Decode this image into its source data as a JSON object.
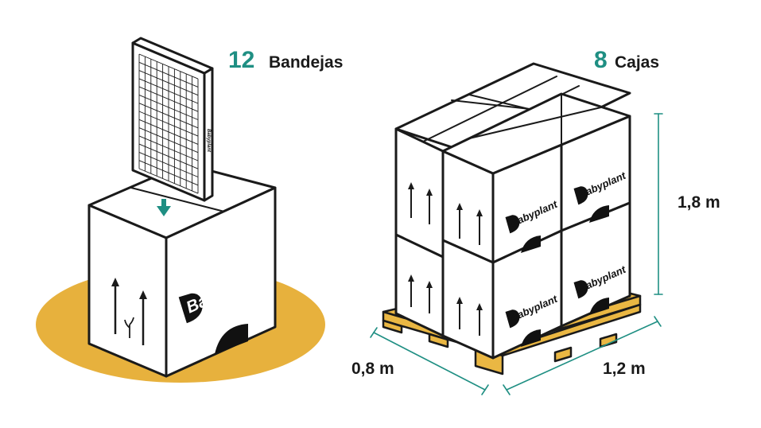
{
  "left_group": {
    "count": "12",
    "unit_label": "Bandejas",
    "box_brand": "Babyplant",
    "tray_brand": "Babyplant"
  },
  "right_group": {
    "count": "8",
    "unit_label": "Cajas",
    "box_brand": "Babyplant"
  },
  "dimensions": {
    "height": "1,8 m",
    "depth": "0,8 m",
    "width": "1,2 m"
  },
  "colors": {
    "accent": "#1f8f83",
    "floor": "#e7b13d",
    "pallet": "#eab743",
    "outline": "#1a1a1a"
  }
}
